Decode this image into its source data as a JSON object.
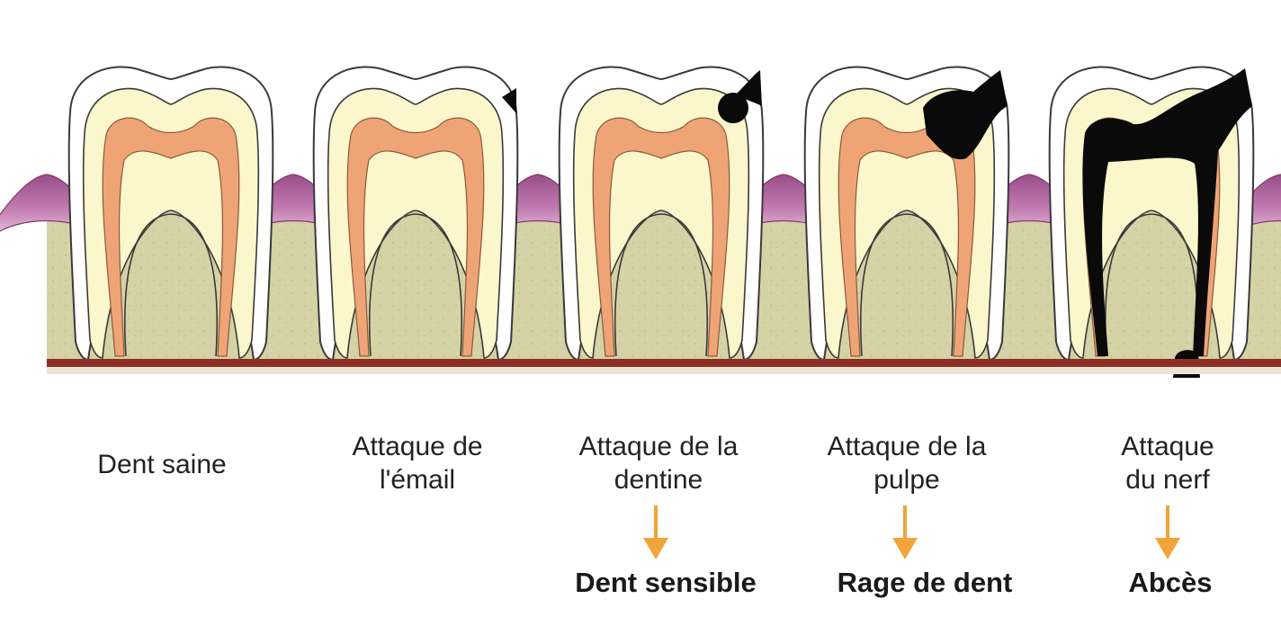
{
  "stages": [
    {
      "label_lines": [
        "Dent saine"
      ]
    },
    {
      "label_lines": [
        "Attaque de",
        "l'émail"
      ]
    },
    {
      "label_lines": [
        "Attaque de la",
        "dentine"
      ]
    },
    {
      "label_lines": [
        "Attaque de la",
        "pulpe"
      ]
    },
    {
      "label_lines": [
        "Attaque",
        "du nerf"
      ]
    }
  ],
  "outcomes": [
    {
      "stage": 2,
      "label": "Dent sensible"
    },
    {
      "stage": 3,
      "label": "Rage de dent"
    },
    {
      "stage": 4,
      "label": "Abcès"
    }
  ],
  "colors": {
    "gum_pink": "#b0689e",
    "gum_light": "#e3b3d5",
    "bone": "#d5d2a6",
    "enamel": "#ffffff",
    "dentine": "#fbf6cb",
    "pulp": "#efa476",
    "decay": "#0a0a0a",
    "base_line": "#8e2f25",
    "arrow": "#f2a33a",
    "outline": "#3a3a3a"
  }
}
